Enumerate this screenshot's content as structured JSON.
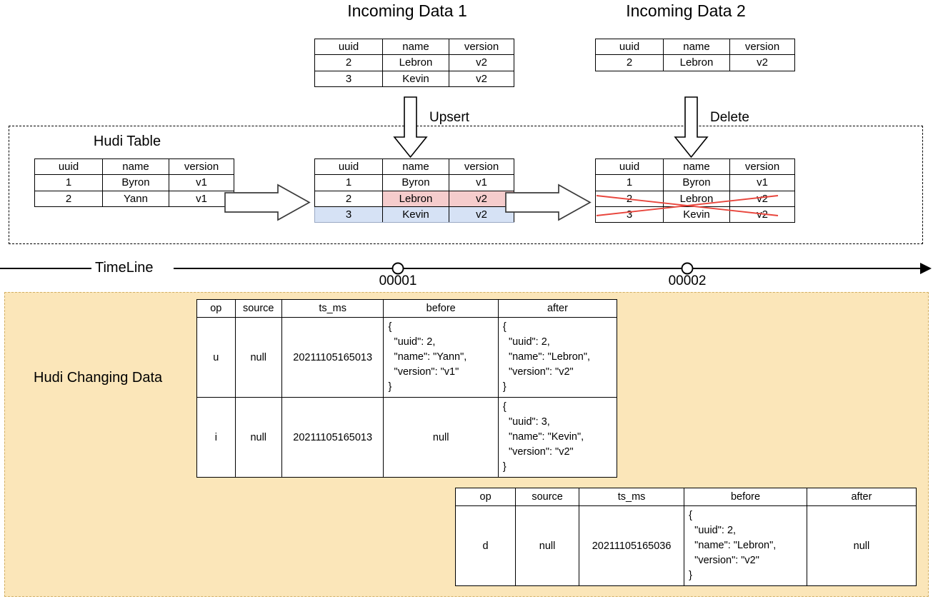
{
  "titles": {
    "incoming1": "Incoming Data 1",
    "incoming2": "Incoming Data 2",
    "hudi_table": "Hudi Table",
    "changing_data": "Hudi Changing Data"
  },
  "operations": {
    "upsert": "Upsert",
    "delete": "Delete"
  },
  "timeline": {
    "label": "TimeLine",
    "markers": [
      {
        "id": "00001"
      },
      {
        "id": "00002"
      }
    ]
  },
  "record_columns": [
    "uuid",
    "name",
    "version"
  ],
  "incoming_data_1": {
    "rows": [
      {
        "uuid": "2",
        "name": "Lebron",
        "version": "v2"
      },
      {
        "uuid": "3",
        "name": "Kevin",
        "version": "v2"
      }
    ]
  },
  "incoming_data_2": {
    "rows": [
      {
        "uuid": "2",
        "name": "Lebron",
        "version": "v2"
      }
    ]
  },
  "hudi_table_initial": {
    "rows": [
      {
        "uuid": "1",
        "name": "Byron",
        "version": "v1"
      },
      {
        "uuid": "2",
        "name": "Yann",
        "version": "v1"
      }
    ]
  },
  "hudi_table_after_upsert": {
    "rows": [
      {
        "uuid": "1",
        "name": "Byron",
        "version": "v1"
      },
      {
        "uuid": "2",
        "name": "Lebron",
        "version": "v2"
      },
      {
        "uuid": "3",
        "name": "Kevin",
        "version": "v2"
      }
    ]
  },
  "hudi_table_after_delete": {
    "rows": [
      {
        "uuid": "1",
        "name": "Byron",
        "version": "v1"
      },
      {
        "uuid": "2",
        "name": "Lebron",
        "version": "v2"
      },
      {
        "uuid": "3",
        "name": "Kevin",
        "version": "v2"
      }
    ]
  },
  "cdc_columns": [
    "op",
    "source",
    "ts_ms",
    "before",
    "after"
  ],
  "cdc_commit_00001": {
    "rows": [
      {
        "op": "u",
        "source": "null",
        "ts_ms": "20211105165013",
        "before": "{\n  \"uuid\": 2,\n  \"name\": \"Yann\",\n  \"version\": \"v1\"\n}",
        "after": "{\n  \"uuid\": 2,\n  \"name\": \"Lebron\",\n  \"version\": \"v2\"\n}"
      },
      {
        "op": "i",
        "source": "null",
        "ts_ms": "20211105165013",
        "before": "null",
        "after": "{\n  \"uuid\": 3,\n  \"name\": \"Kevin\",\n  \"version\": \"v2\"\n}"
      }
    ]
  },
  "cdc_commit_00002": {
    "rows": [
      {
        "op": "d",
        "source": "null",
        "ts_ms": "20211105165036",
        "before": "{\n  \"uuid\": 2,\n  \"name\": \"Lebron\",\n  \"version\": \"v2\"\n}",
        "after": "null"
      }
    ]
  },
  "colors": {
    "updated_row": "#f5cccc",
    "inserted_row": "#d6e2f5",
    "deleted_mark": "#e8453c",
    "changing_data_bg": "#fbe6b9",
    "changing_data_border": "#d2ae62"
  }
}
